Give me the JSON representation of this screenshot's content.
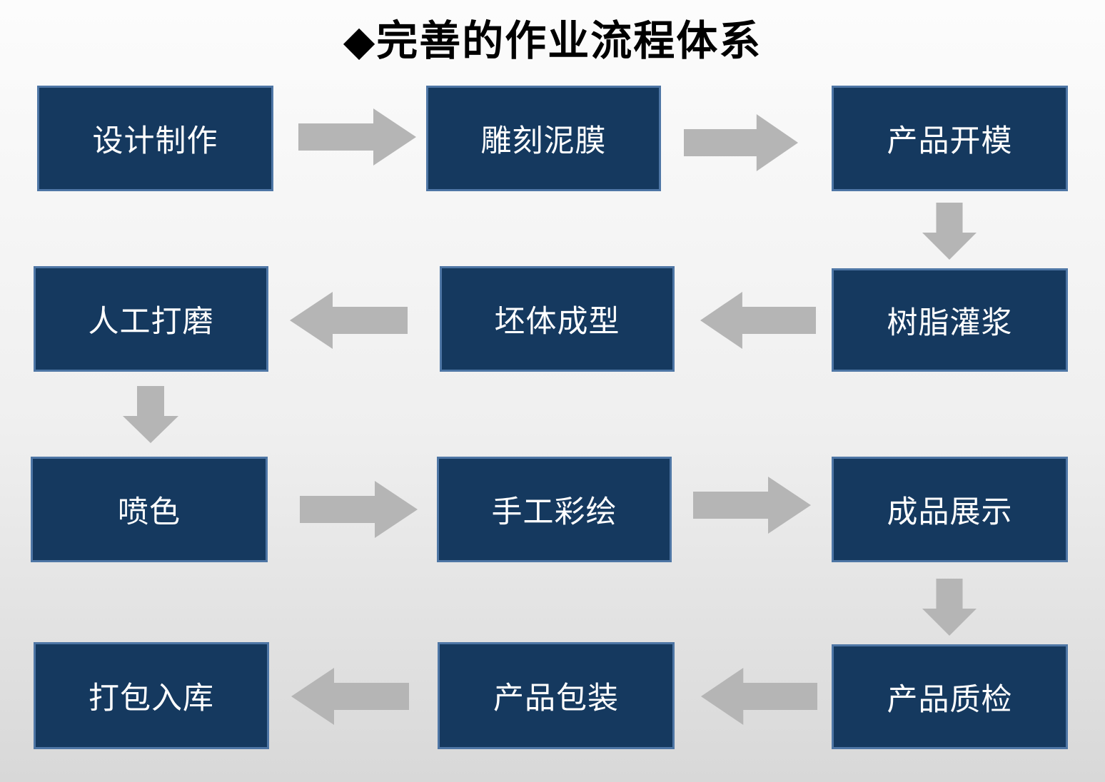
{
  "title": "◆完善的作业流程体系",
  "colors": {
    "box_fill": "#15395F",
    "box_border": "#4E76A5",
    "arrow": "#B5B5B5",
    "box_text": "#FFFFFF",
    "background_top": "#FCFCFC",
    "background_bottom": "#D8D8D8",
    "title_color": "#000000"
  },
  "flow": {
    "boxes": [
      {
        "label": "设计制作"
      },
      {
        "label": "雕刻泥膜"
      },
      {
        "label": "产品开模"
      },
      {
        "label": "人工打磨"
      },
      {
        "label": "坯体成型"
      },
      {
        "label": "树脂灌浆"
      },
      {
        "label": "喷色"
      },
      {
        "label": "手工彩绘"
      },
      {
        "label": "成品展示"
      },
      {
        "label": "打包入库"
      },
      {
        "label": "产品包装"
      },
      {
        "label": "产品质检"
      }
    ],
    "sequence": [
      "设计制作",
      "雕刻泥膜",
      "产品开模",
      "树脂灌浆",
      "坯体成型",
      "人工打磨",
      "喷色",
      "手工彩绘",
      "成品展示",
      "产品质检",
      "产品包装",
      "打包入库"
    ],
    "arrows": [
      {
        "direction": "right",
        "from": "设计制作",
        "to": "雕刻泥膜"
      },
      {
        "direction": "right",
        "from": "雕刻泥膜",
        "to": "产品开模"
      },
      {
        "direction": "down",
        "from": "产品开模",
        "to": "树脂灌浆"
      },
      {
        "direction": "left",
        "from": "树脂灌浆",
        "to": "坯体成型"
      },
      {
        "direction": "left",
        "from": "坯体成型",
        "to": "人工打磨"
      },
      {
        "direction": "down",
        "from": "人工打磨",
        "to": "喷色"
      },
      {
        "direction": "right",
        "from": "喷色",
        "to": "手工彩绘"
      },
      {
        "direction": "right",
        "from": "手工彩绘",
        "to": "成品展示"
      },
      {
        "direction": "down",
        "from": "成品展示",
        "to": "产品质检"
      },
      {
        "direction": "left",
        "from": "产品质检",
        "to": "产品包装"
      },
      {
        "direction": "left",
        "from": "产品包装",
        "to": "打包入库"
      }
    ]
  }
}
